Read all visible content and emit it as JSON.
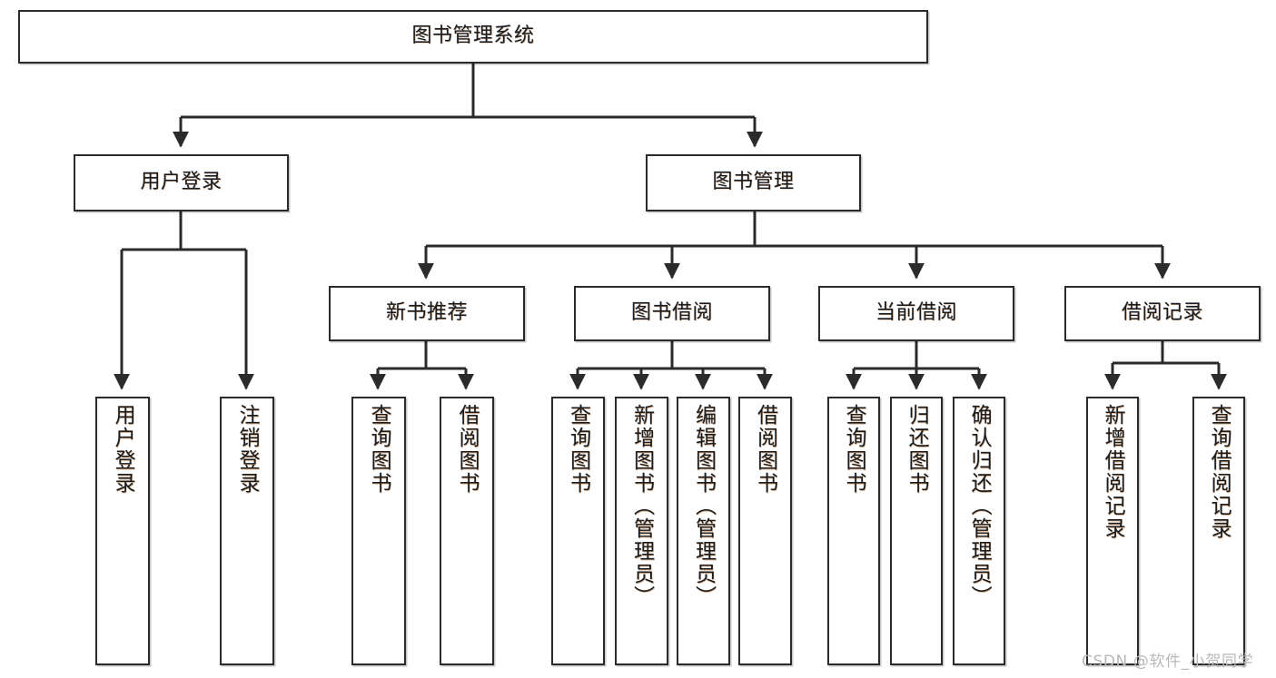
{
  "diagram": {
    "title": "图书管理系统",
    "type": "tree-hierarchy-functional-decomposition",
    "root": {
      "id": "root",
      "label": "图书管理系统"
    },
    "level2": [
      {
        "id": "login",
        "label": "用户登录"
      },
      {
        "id": "bookmgmt",
        "label": "图书管理"
      }
    ],
    "level3": [
      {
        "id": "newbook",
        "label": "新书推荐",
        "parent": "bookmgmt"
      },
      {
        "id": "borrow",
        "label": "图书借阅",
        "parent": "bookmgmt"
      },
      {
        "id": "current",
        "label": "当前借阅",
        "parent": "bookmgmt"
      },
      {
        "id": "record",
        "label": "借阅记录",
        "parent": "bookmgmt"
      }
    ],
    "leaves": [
      {
        "id": "leaf-user-login",
        "label": "用户登录",
        "parent": "login"
      },
      {
        "id": "leaf-user-logout",
        "label": "注销登录",
        "parent": "login"
      },
      {
        "id": "leaf-newbook-query",
        "label": "查询图书",
        "parent": "newbook"
      },
      {
        "id": "leaf-newbook-borrow",
        "label": "借阅图书",
        "parent": "newbook"
      },
      {
        "id": "leaf-borrow-query",
        "label": "查询图书",
        "parent": "borrow"
      },
      {
        "id": "leaf-borrow-add",
        "label": "新增图书（管理员）",
        "parent": "borrow"
      },
      {
        "id": "leaf-borrow-edit",
        "label": "编辑图书（管理员）",
        "parent": "borrow"
      },
      {
        "id": "leaf-borrow-lend",
        "label": "借阅图书",
        "parent": "borrow"
      },
      {
        "id": "leaf-current-query",
        "label": "查询图书",
        "parent": "current"
      },
      {
        "id": "leaf-current-return",
        "label": "归还图书",
        "parent": "current"
      },
      {
        "id": "leaf-current-confirm",
        "label": "确认归还（管理员）",
        "parent": "current"
      },
      {
        "id": "leaf-record-add",
        "label": "新增借阅记录",
        "parent": "record"
      },
      {
        "id": "leaf-record-query",
        "label": "查询借阅记录",
        "parent": "record"
      }
    ],
    "watermark": "CSDN @软件_小贺同学",
    "colors": {
      "background": "#ffffff",
      "box_border": "#2b2b2b",
      "box_fill": "#ffffff",
      "edge": "#2b2b2b",
      "text": "#1c1c1c",
      "watermark": "#b9b9b9"
    }
  }
}
